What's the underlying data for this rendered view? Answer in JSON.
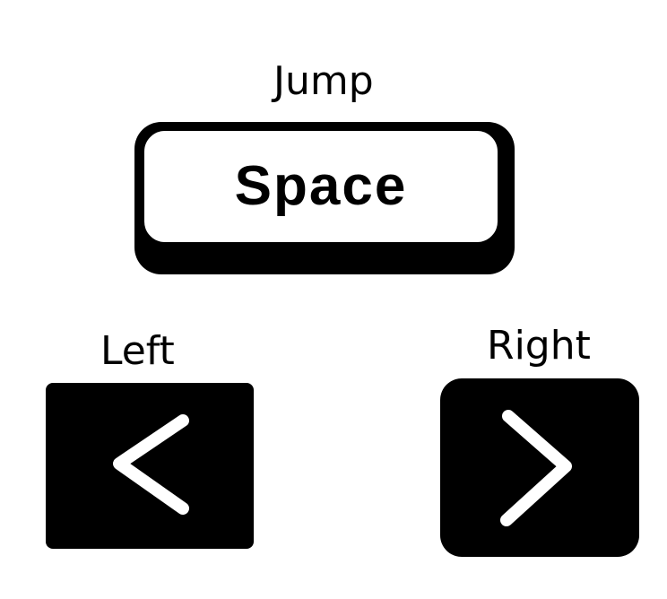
{
  "controls": {
    "jump": {
      "label": "Jump",
      "key": "Space"
    },
    "left": {
      "label": "Left",
      "icon": "chevron-left-icon"
    },
    "right": {
      "label": "Right",
      "icon": "chevron-right-icon"
    }
  },
  "colors": {
    "key_fill": "#000000",
    "key_glyph": "#ffffff",
    "background": "#ffffff"
  }
}
